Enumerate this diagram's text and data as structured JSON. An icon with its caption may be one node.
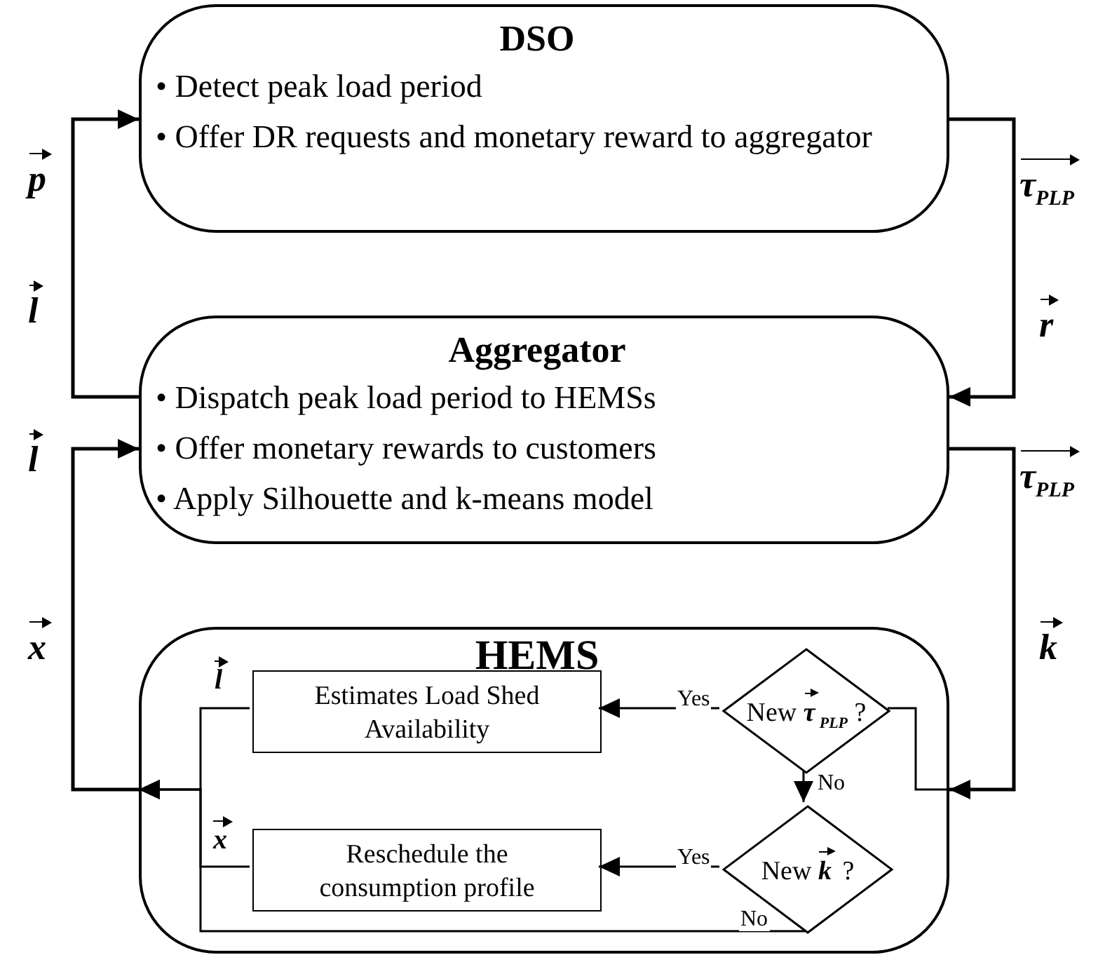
{
  "diagram": {
    "nodes": [
      {
        "text": [
          "DSO",
          "• Detect peak load period",
          "• Offer DR requests and monetary reward to aggregator"
        ]
      },
      {
        "text": [
          "Aggregator",
          "• Dispatch peak load period to HEMSs",
          "• Offer monetary rewards to customers",
          "• Apply Silhouette and k-means model"
        ]
      },
      {
        "text": [
          "HEMS"
        ]
      },
      {
        "text": [
          "Estimates Load Shed Availability"
        ],
        "in": 2
      },
      {
        "text": [
          "Reschedule the consumption profile"
        ],
        "in": 2
      },
      {
        "text": [
          "New **τ**$_{PLP}$ ?"
        ],
        "in": 2
      },
      {
        "text": [
          "New **k** ?"
        ],
        "in": 2
      }
    ],
    "edges": [
      {
        "from": 1,
        "to": 0,
        "arrow": "to"
      },
      {
        "from": 0,
        "to": 1,
        "arrow": "to"
      },
      {
        "from": 2,
        "to": 1,
        "arrow": "to"
      },
      {
        "from": 1,
        "to": 2,
        "arrow": "to"
      },
      {
        "from": 2,
        "to": 5,
        "arrow": "none"
      },
      {
        "from": 5,
        "to": 3,
        "arrow": "to",
        "label": "Yes"
      },
      {
        "from": 5,
        "to": 6,
        "arrow": "to",
        "label": "No"
      },
      {
        "from": 6,
        "to": 4,
        "arrow": "to",
        "label": "Yes"
      },
      {
        "from": 3,
        "to": 2,
        "arrow": "to",
        "label": "l"
      },
      {
        "from": 4,
        "to": 2,
        "arrow": "to",
        "label": "x"
      },
      {
        "from": 6,
        "to": 2,
        "arrow": "to",
        "label": "No"
      }
    ],
    "labels": [
      "p",
      "l",
      "τ$_{PLP}$",
      "r",
      "l",
      "x",
      "τ$_{PLP}$",
      "k"
    ]
  }
}
